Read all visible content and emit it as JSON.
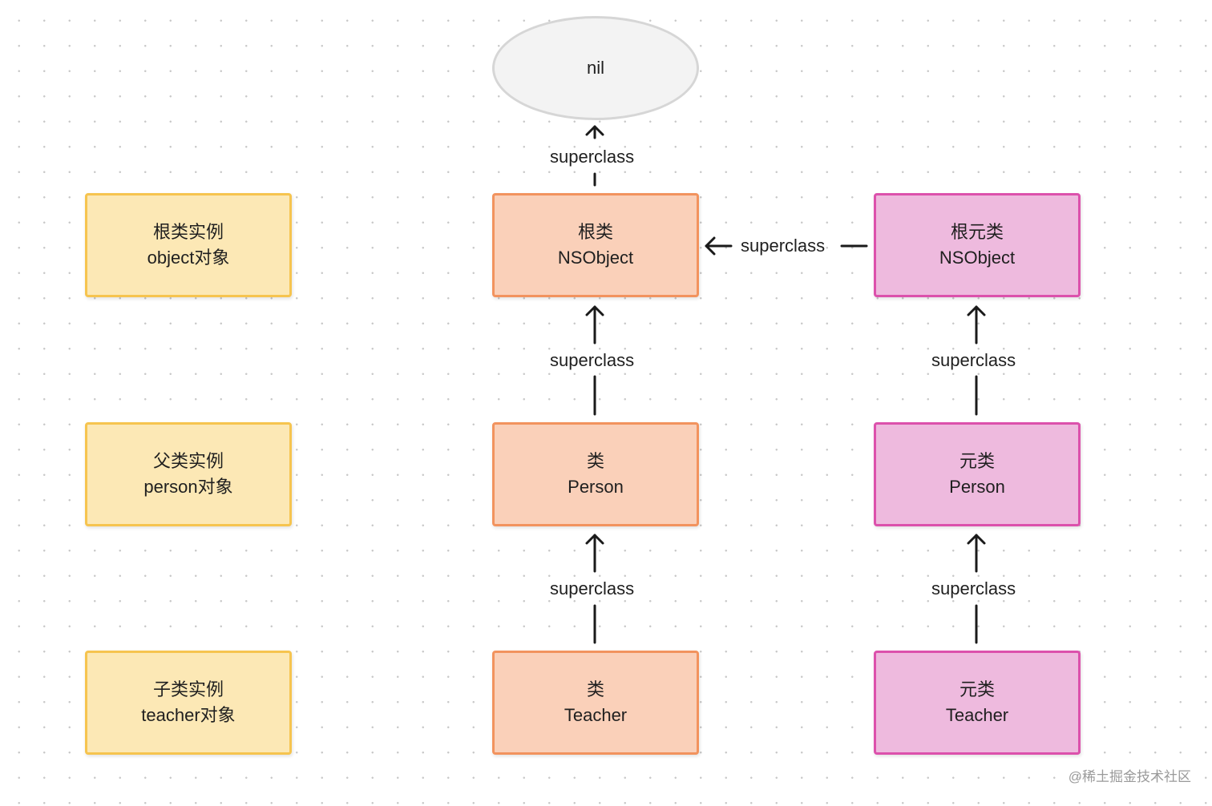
{
  "nodes": {
    "root_instance": {
      "line1": "根类实例",
      "line2": "object对象"
    },
    "parent_instance": {
      "line1": "父类实例",
      "line2": "person对象"
    },
    "child_instance": {
      "line1": "子类实例",
      "line2": "teacher对象"
    },
    "nil": {
      "label": "nil"
    },
    "root_class": {
      "line1": "根类",
      "line2": "NSObject"
    },
    "class_person": {
      "line1": "类",
      "line2": "Person"
    },
    "class_teacher": {
      "line1": "类",
      "line2": "Teacher"
    },
    "root_meta": {
      "line1": "根元类",
      "line2": "NSObject"
    },
    "meta_person": {
      "line1": "元类",
      "line2": "Person"
    },
    "meta_teacher": {
      "line1": "元类",
      "line2": "Teacher"
    }
  },
  "edges": {
    "root_class_to_nil": "superclass",
    "person_to_root_class": "superclass",
    "teacher_to_person": "superclass",
    "root_meta_to_root_class": "superclass",
    "meta_person_to_root_meta": "superclass",
    "meta_teacher_to_meta_person": "superclass"
  },
  "colors": {
    "instance_fill": "#fce8b5",
    "instance_border": "#f6c44f",
    "class_fill": "#fad0b9",
    "class_border": "#f2935e",
    "meta_fill": "#eebade",
    "meta_border": "#dc51ac",
    "nil_fill": "#f3f3f3",
    "connector": "#1a1a1a"
  },
  "watermark": "@稀土掘金技术社区"
}
